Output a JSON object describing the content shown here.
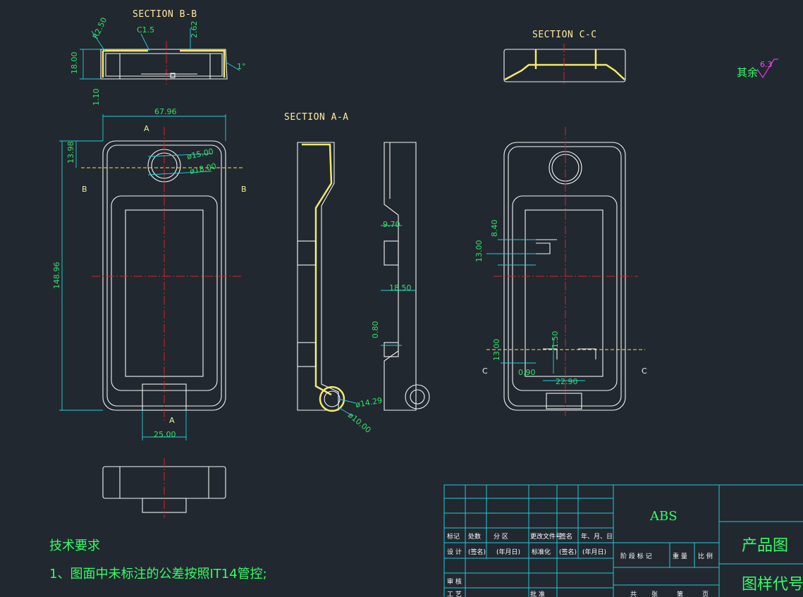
{
  "sections": {
    "bb": "SECTION B-B",
    "aa": "SECTION A-A",
    "cc": "SECTION C-C"
  },
  "section_markers": {
    "a_top": "A",
    "a_bottom": "A",
    "b_left": "B",
    "b_right": "B",
    "c_left": "C",
    "c_right": "C"
  },
  "dims": {
    "r250": "R2.50",
    "c15": "C1.5",
    "d262": "2.62",
    "d1800": "18.00",
    "d110": "1.10",
    "angle1": "1°",
    "d6796": "67.96",
    "d1398": "13.98",
    "phi15": "ø15.00",
    "phi18": "ø18.00",
    "d14896": "148.96",
    "d2500": "25.00",
    "d970": "9.70",
    "d1850": "18.50",
    "d080": "0.80",
    "phi1429": "ø14.29",
    "phi1000": "ø10.00",
    "d840": "8.40",
    "d1300a": "13.00",
    "d1300b": "13.00",
    "d150": "1.50",
    "d090": "0.90",
    "d2290": "22.90"
  },
  "roughness": {
    "label": "其余",
    "value": "6.3"
  },
  "tech": {
    "title": "技术要求",
    "line1": "1、图面中未标注的公差按照IT14管控;"
  },
  "title_block": {
    "material": "ABS",
    "product": "产品图",
    "code": "图样代号",
    "row_mark": [
      "标记",
      "处数",
      "分 区",
      "更改文件号",
      "签名",
      "年、月、日"
    ],
    "row_design": [
      "设 计",
      "(签名)",
      "(年月日)",
      "标准化",
      "(签名)",
      "(年月日)"
    ],
    "stage": [
      "阶 段 标 记",
      "重 量",
      "比 例"
    ],
    "review": "审 核",
    "process": "工 艺",
    "approve": "批 准",
    "sheets": [
      "共",
      "张",
      "第",
      "页"
    ]
  }
}
